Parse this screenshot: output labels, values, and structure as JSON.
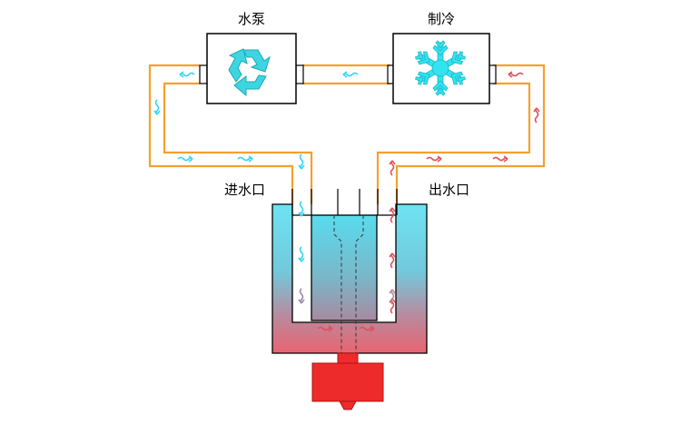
{
  "labels": {
    "pump": "水泵",
    "chiller": "制冷",
    "inlet": "进水口",
    "outlet": "出水口"
  },
  "colors": {
    "pipe": "#f5a030",
    "cold": "#33d6f0",
    "hot": "#e0505a",
    "heater": "#ee2b2b",
    "recycle_icon": "#3dd6e0",
    "snowflake": "#33e3f0"
  },
  "icons": {
    "pump": "recycle-icon",
    "chiller": "snowflake-icon"
  }
}
